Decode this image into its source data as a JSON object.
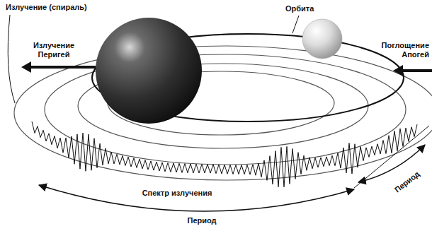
{
  "diagram": {
    "labels": [
      "Излучение (спираль)",
      "Орбита",
      "Излучение Перигей",
      "Поглощение Апогей",
      "Спектр излучения",
      "Период",
      "Период"
    ]
  }
}
